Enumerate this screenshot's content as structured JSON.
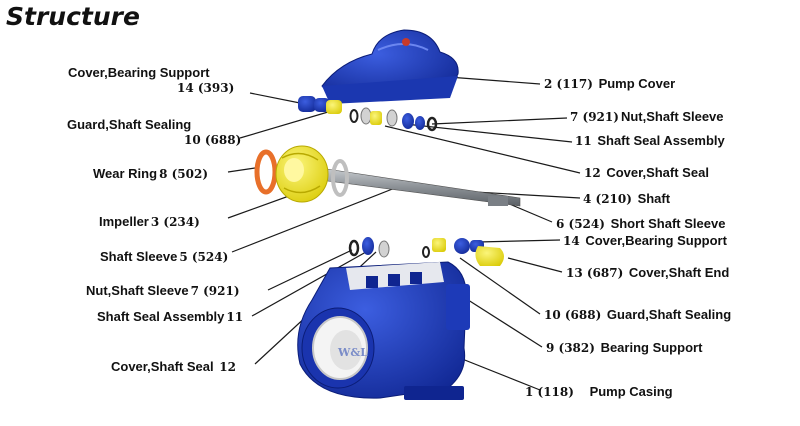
{
  "title": "Structure",
  "casing_logo": "W&L",
  "labels": {
    "cover_bearing_support_left": {
      "name": "Cover,Bearing Support",
      "num": "14 (393)"
    },
    "guard_shaft_sealing_left": {
      "name": "Guard,Shaft Sealing",
      "num": "10 (688)"
    },
    "wear_ring": {
      "name": "Wear Ring",
      "num": "8 (502)"
    },
    "impeller": {
      "name": "Impeller",
      "num": "3 (234)"
    },
    "shaft_sleeve": {
      "name": "Shaft Sleeve",
      "num": "5 (524)"
    },
    "nut_shaft_sleeve_left": {
      "name": "Nut,Shaft Sleeve",
      "num": "7 (921)"
    },
    "shaft_seal_assembly_left": {
      "name": "Shaft Seal Assembly",
      "num": "11"
    },
    "cover_shaft_seal_left": {
      "name": "Cover,Shaft Seal",
      "num": "12"
    },
    "pump_cover": {
      "num": "2 (117)",
      "name": "Pump Cover"
    },
    "nut_shaft_sleeve_right": {
      "num": "7 (921)",
      "name": "Nut,Shaft Sleeve"
    },
    "shaft_seal_assembly_right": {
      "num": "11",
      "name": "Shaft Seal Assembly"
    },
    "cover_shaft_seal_right": {
      "num": "12",
      "name": "Cover,Shaft Seal"
    },
    "shaft": {
      "num": "4 (210)",
      "name": "Shaft"
    },
    "short_shaft_sleeve": {
      "num": "6 (524)",
      "name": "Short Shaft Sleeve"
    },
    "cover_bearing_support_right": {
      "num": "14",
      "name": "Cover,Bearing Support"
    },
    "cover_shaft_end": {
      "num": "13 (687)",
      "name": "Cover,Shaft End"
    },
    "guard_shaft_sealing_right": {
      "num": "10 (688)",
      "name": "Guard,Shaft Sealing"
    },
    "bearing_support": {
      "num": "9 (382)",
      "name": "Bearing Support"
    },
    "pump_casing": {
      "num": "1 (118)",
      "name": "Pump Casing"
    }
  },
  "colors": {
    "casing_blue": "#1f3fc4",
    "casing_dark": "#0f2590",
    "part_yellow": "#f2e600",
    "ring_orange": "#e8702a",
    "shaft_gray": "#8c9196",
    "leader": "#1a1a1a"
  }
}
